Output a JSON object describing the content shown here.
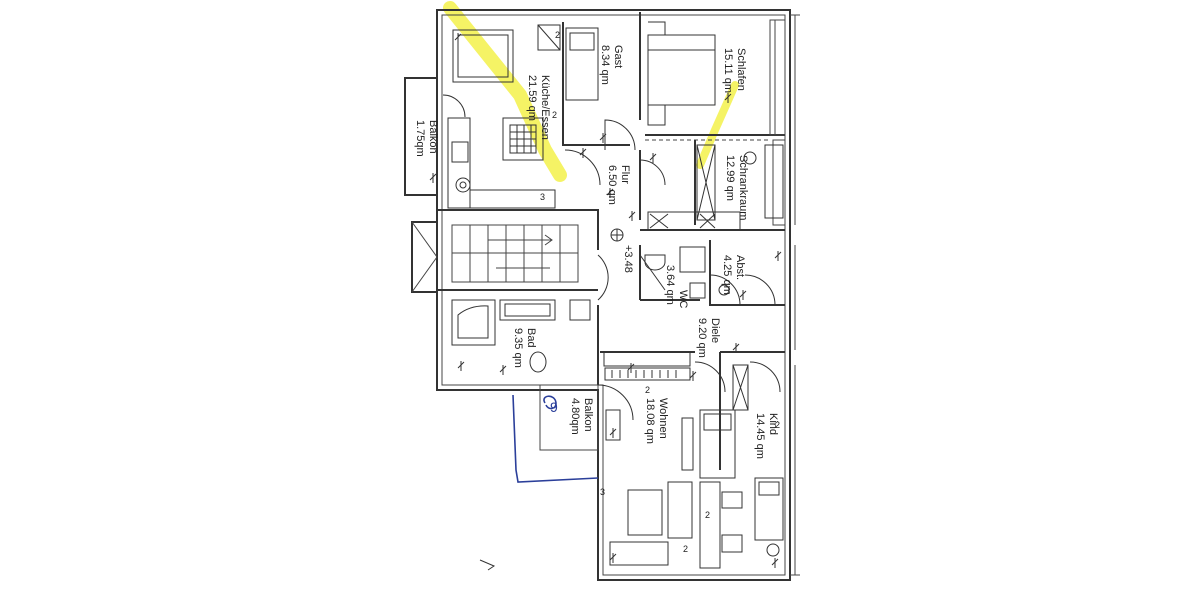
{
  "rooms": {
    "kueche": {
      "name": "Küche/Essen",
      "area": "21.59 qm"
    },
    "gast": {
      "name": "Gast",
      "area": "8.34 qm"
    },
    "schlafen": {
      "name": "Schlafen",
      "area": "15.11 qm"
    },
    "schrankraum": {
      "name": "Schrankraum",
      "area": "12.99 qm"
    },
    "flur": {
      "name": "Flur",
      "area": "6.50 qm"
    },
    "balkon_west": {
      "name": "Balkon",
      "area": "1.75qm"
    },
    "abst": {
      "name": "Abst.",
      "area": "4.25 qm"
    },
    "wc": {
      "name": "WC",
      "area": "3.64 qm"
    },
    "bad": {
      "name": "Bad",
      "area": "9.35 qm"
    },
    "diele": {
      "name": "Diele",
      "area": "9.20 qm"
    },
    "wohnen": {
      "name": "Wohnen",
      "area": "18.08 qm"
    },
    "kind": {
      "name": "Kind",
      "area": "14.45 qm"
    },
    "balkon_south": {
      "name": "Balkon",
      "area": "4.80qm"
    }
  },
  "marks": {
    "level": "+3.48",
    "socket_count_2": "2",
    "socket_count_3": "3",
    "handwritten_nine": "9"
  },
  "colors": {
    "highlight": "#f3f14a",
    "pen": "#2b3f9a",
    "line": "#333333"
  }
}
